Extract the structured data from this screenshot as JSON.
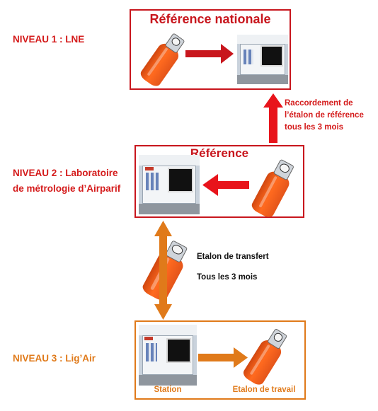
{
  "levels": {
    "niveau1": {
      "label": "NIVEAU 1 : LNE"
    },
    "niveau2": {
      "label_line1": "NIVEAU 2 : Laboratoire",
      "label_line2": "de métrologie d’Airparif"
    },
    "niveau3": {
      "label": "NIVEAU 3 : Lig’Air"
    }
  },
  "boxes": {
    "reference_nationale": {
      "title": "Référence nationale"
    },
    "reference": {
      "title": "Référence"
    },
    "lig_air": {
      "caption_left": "Station",
      "caption_right": "Etalon de travail"
    }
  },
  "annotations": {
    "raccordement": {
      "line1": "Raccordement de",
      "line2": "l’étalon de référence",
      "line3": "tous les 3 mois"
    },
    "transfert": {
      "line1": "Etalon de transfert",
      "line2": "Tous les 3 mois"
    }
  },
  "colors": {
    "red": "#c8161d",
    "orange": "#e07a1a"
  }
}
